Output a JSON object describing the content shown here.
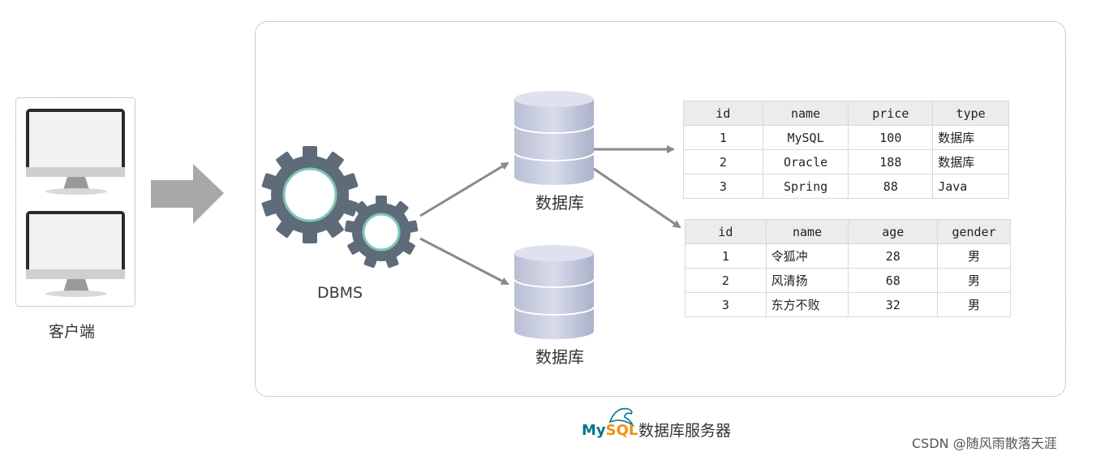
{
  "client": {
    "label": "客户端"
  },
  "server": {
    "dbms_label": "DBMS",
    "databases": [
      {
        "label": "数据库"
      },
      {
        "label": "数据库"
      }
    ],
    "footer_label": "数据库服务器",
    "logo_text_my": "My",
    "logo_text_sql": "SQL"
  },
  "table1": {
    "headers": [
      "id",
      "name",
      "price",
      "type"
    ],
    "rows": [
      [
        "1",
        "MySQL",
        "100",
        "数据库"
      ],
      [
        "2",
        "Oracle",
        "188",
        "数据库"
      ],
      [
        "3",
        "Spring",
        "88",
        "Java"
      ]
    ]
  },
  "table2": {
    "headers": [
      "id",
      "name",
      "age",
      "gender"
    ],
    "rows": [
      [
        "1",
        "令狐冲",
        "28",
        "男"
      ],
      [
        "2",
        "风清扬",
        "68",
        "男"
      ],
      [
        "3",
        "东方不败",
        "32",
        "男"
      ]
    ]
  },
  "watermark": "CSDN @随风雨散落天涯",
  "colors": {
    "gear": "#5e6b78",
    "gear_ring": "#7fc4b9",
    "arrow": "#8a8a8a",
    "big_arrow": "#a8a8a8",
    "cylinder": "#c9cedf",
    "mysql_blue": "#00758f",
    "mysql_orange": "#f29111"
  }
}
